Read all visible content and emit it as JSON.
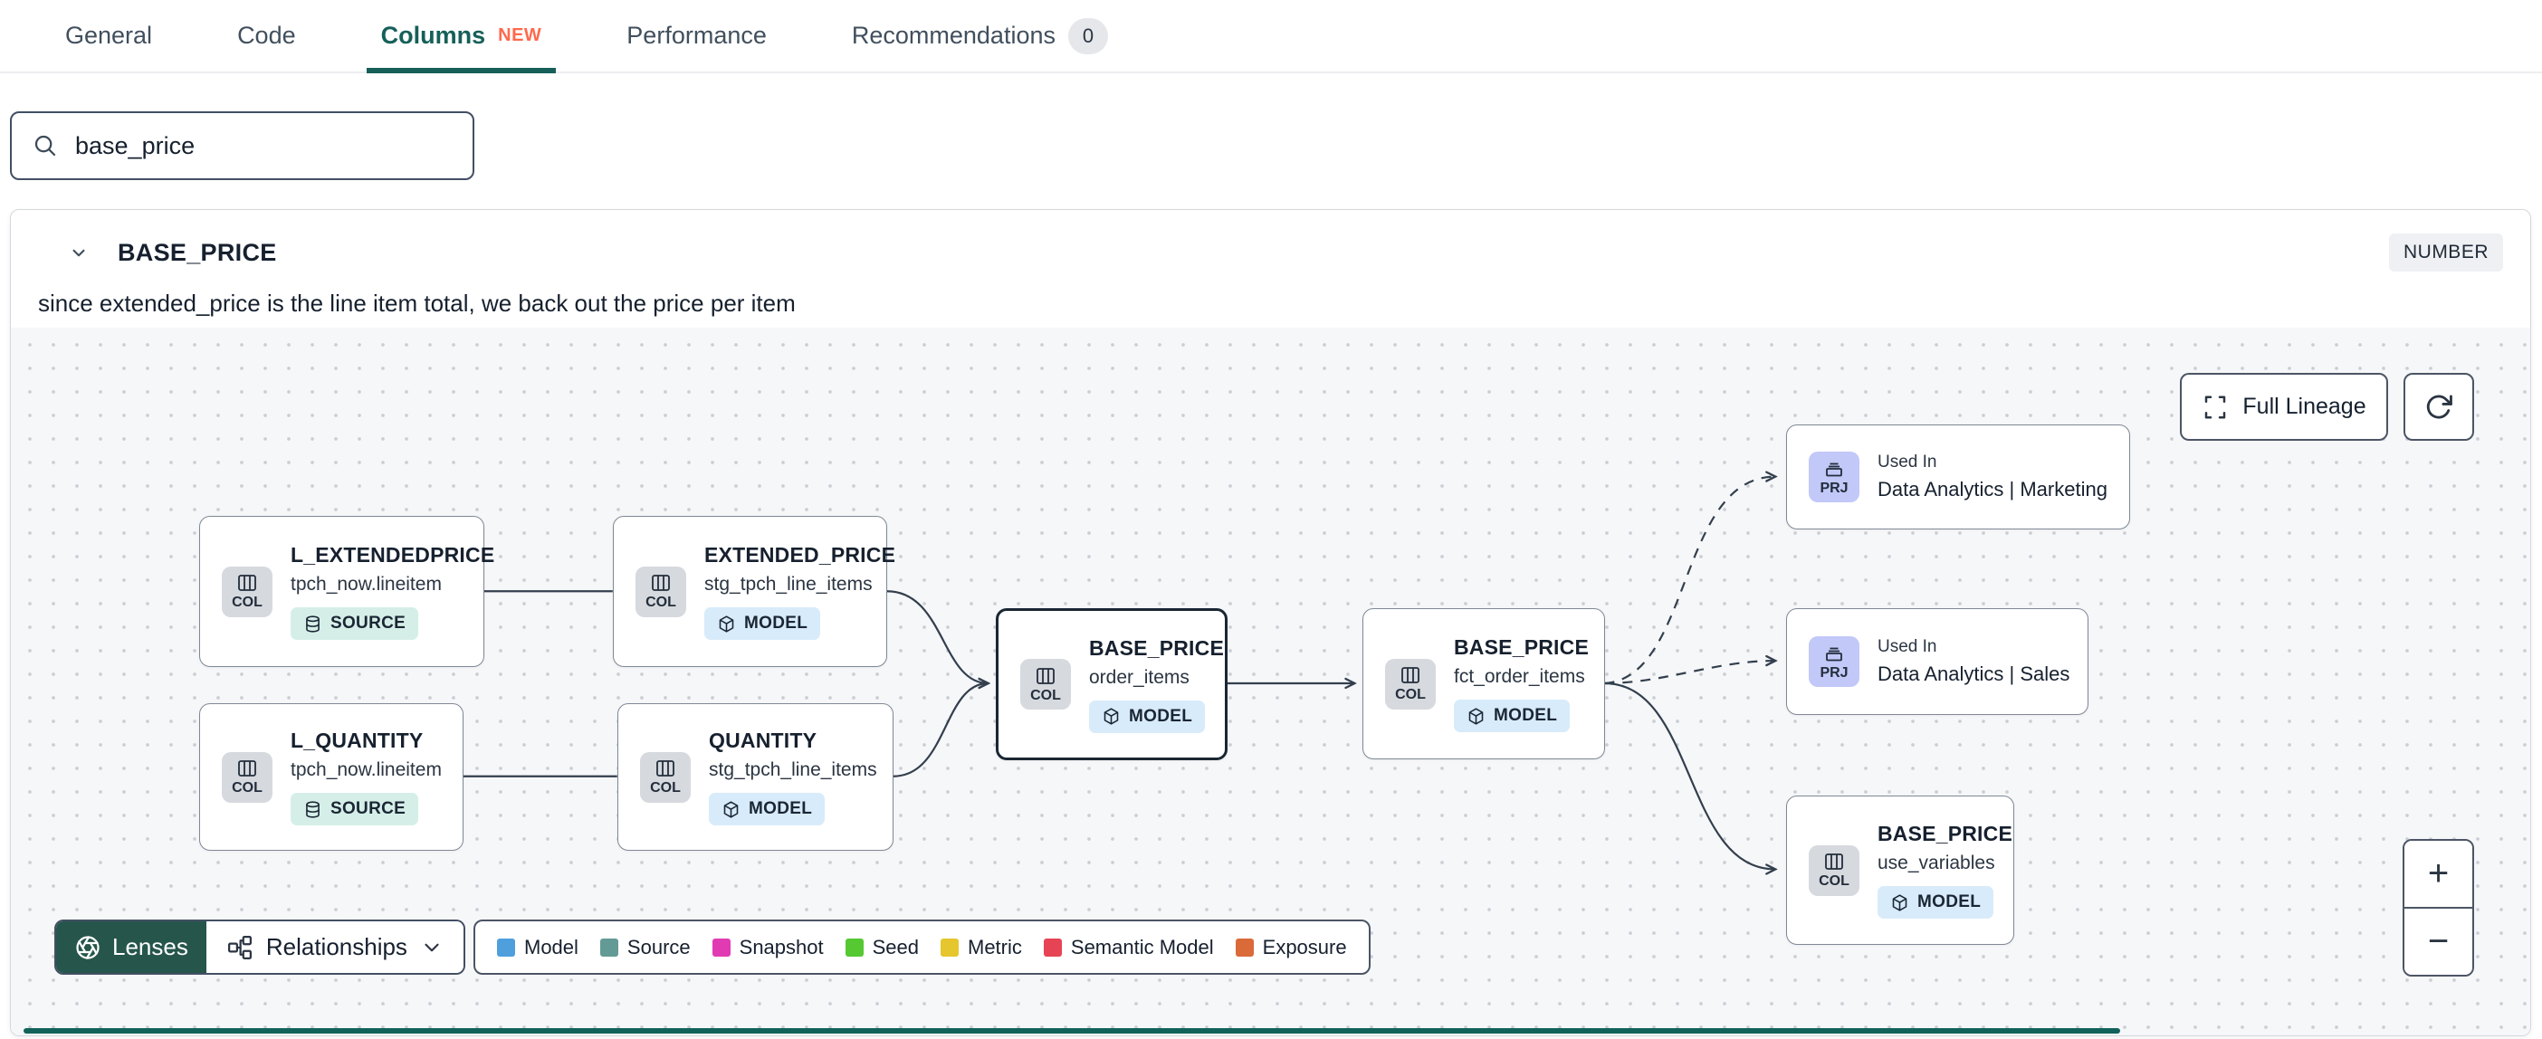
{
  "tabs": {
    "general": "General",
    "code": "Code",
    "columns": "Columns",
    "columns_badge": "NEW",
    "performance": "Performance",
    "recommendations": "Recommendations",
    "recommendations_count": "0"
  },
  "search": {
    "value": "base_price"
  },
  "column": {
    "name": "BASE_PRICE",
    "type": "NUMBER",
    "description": "since extended_price is the line item total, we back out the price per item"
  },
  "lineage": {
    "full_lineage_label": "Full Lineage",
    "zoom_in": "+",
    "zoom_out": "−",
    "nodes": [
      {
        "title": "L_EXTENDEDPRICE",
        "subtitle": "tpch_now.lineitem",
        "chip": "COL",
        "badge": "SOURCE"
      },
      {
        "title": "EXTENDED_PRICE",
        "subtitle": "stg_tpch_line_items",
        "chip": "COL",
        "badge": "MODEL"
      },
      {
        "title": "L_QUANTITY",
        "subtitle": "tpch_now.lineitem",
        "chip": "COL",
        "badge": "SOURCE"
      },
      {
        "title": "QUANTITY",
        "subtitle": "stg_tpch_line_items",
        "chip": "COL",
        "badge": "MODEL"
      },
      {
        "title": "BASE_PRICE",
        "subtitle": "order_items",
        "chip": "COL",
        "badge": "MODEL",
        "selected": true
      },
      {
        "title": "BASE_PRICE",
        "subtitle": "fct_order_items",
        "chip": "COL",
        "badge": "MODEL"
      },
      {
        "title": "Data Analytics | Marketing",
        "subtitle": "Used In",
        "chip": "PRJ"
      },
      {
        "title": "Data Analytics | Sales",
        "subtitle": "Used In",
        "chip": "PRJ"
      },
      {
        "title": "BASE_PRICE",
        "subtitle": "use_variables",
        "chip": "COL",
        "badge": "MODEL"
      }
    ],
    "toolbar": {
      "lenses": "Lenses",
      "relationships": "Relationships"
    },
    "legend": [
      {
        "label": "Model",
        "color": "#4f9fdd"
      },
      {
        "label": "Source",
        "color": "#639a96"
      },
      {
        "label": "Snapshot",
        "color": "#e13bb4"
      },
      {
        "label": "Seed",
        "color": "#55c832"
      },
      {
        "label": "Metric",
        "color": "#e5c62e"
      },
      {
        "label": "Semantic Model",
        "color": "#e64455"
      },
      {
        "label": "Exposure",
        "color": "#db6a39"
      }
    ],
    "colors": {
      "accent_teal": "#166059",
      "new_badge_orange": "#ff694b",
      "lenses_green": "#26564b",
      "model_badge_bg": "#d8ebfa",
      "source_badge_bg": "#d5efe8",
      "prj_chip_bg": "#c2c8f8"
    }
  }
}
